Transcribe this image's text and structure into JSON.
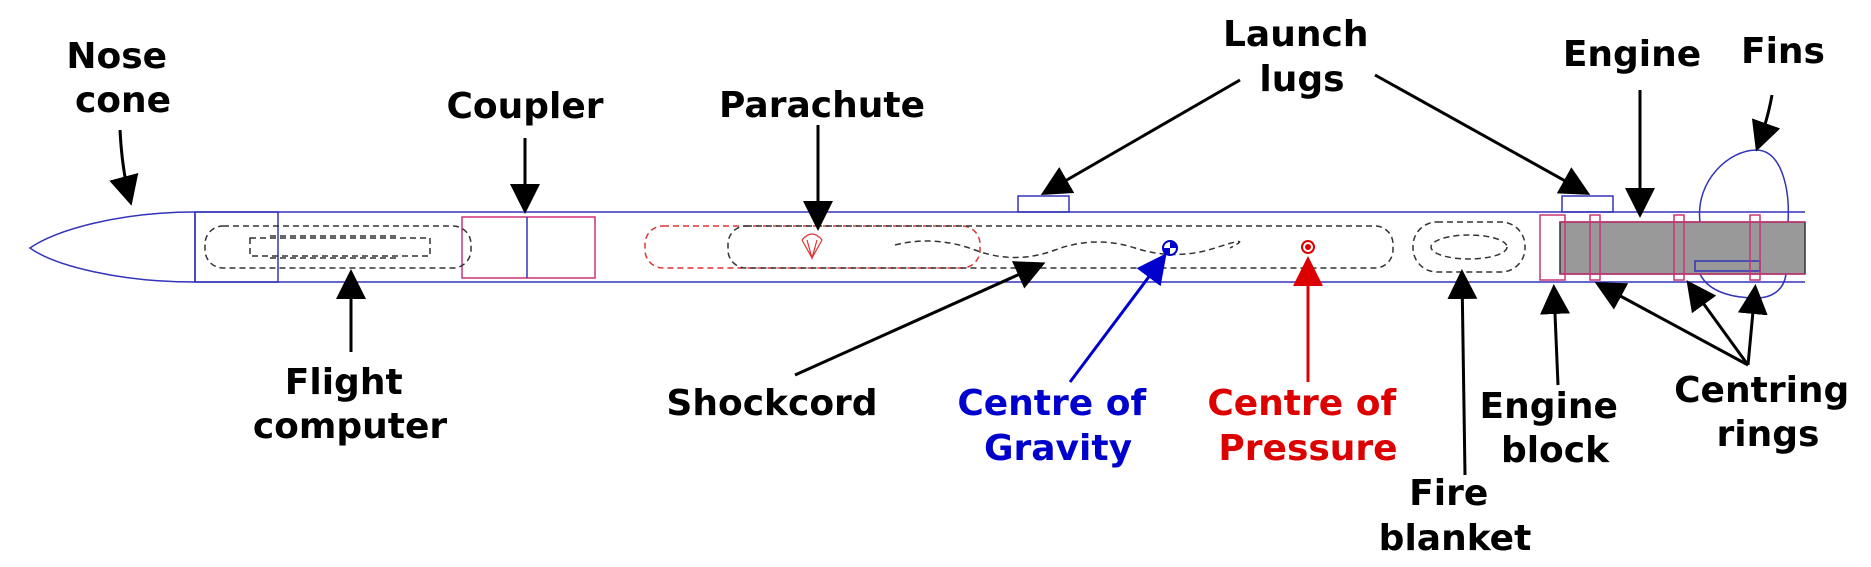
{
  "labels": {
    "nose_cone": [
      "Nose",
      "cone"
    ],
    "coupler": "Coupler",
    "parachute": "Parachute",
    "launch_lugs": [
      "Launch",
      "lugs"
    ],
    "engine": "Engine",
    "fins": "Fins",
    "flight_computer": [
      "Flight",
      "computer"
    ],
    "shockcord": "Shockcord",
    "centre_of_gravity": [
      "Centre of",
      "Gravity"
    ],
    "centre_of_pressure": [
      "Centre of",
      "Pressure"
    ],
    "fire_blanket": [
      "Fire",
      "blanket"
    ],
    "engine_block": [
      "Engine",
      "block"
    ],
    "centring_rings": [
      "Centring",
      "rings"
    ]
  },
  "colors": {
    "outline": "#3333bb",
    "internal": "#333333",
    "pink": "#cc3377",
    "red": "#dd0000",
    "blue": "#0000cc",
    "engine_fill": "#999999",
    "text": "#000000"
  }
}
